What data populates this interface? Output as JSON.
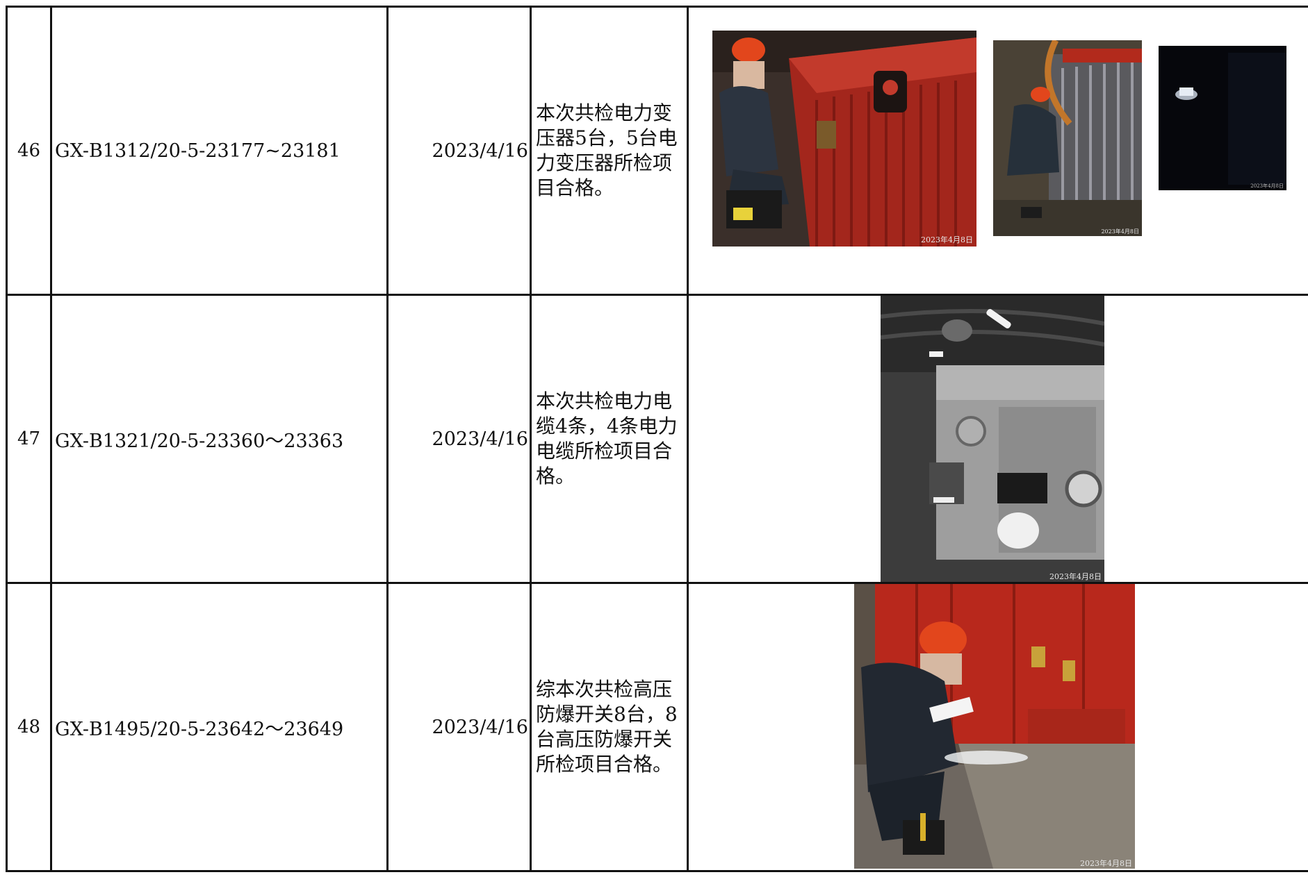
{
  "rows": [
    {
      "no": "46",
      "report_id": "GX-B1312/20-5-23177~23181",
      "date": "2023/4/16",
      "conclusion": "本次共检电力变压器5台，5台电力变压器所检项目合格。",
      "photo_dates": [
        "2023年4月8日",
        "2023年4月8日",
        "2023年4月8日"
      ]
    },
    {
      "no": "47",
      "report_id": "GX-B1321/20-5-23360～23363",
      "date": "2023/4/16",
      "conclusion": "本次共检电力电缆4条，4条电力电缆所检项目合格。",
      "photo_dates": [
        "2023年4月8日"
      ]
    },
    {
      "no": "48",
      "report_id": "GX-B1495/20-5-23642～23649",
      "date": "2023/4/16",
      "conclusion": "综本次共检高压防爆开关8台，8台高压防爆开关所检项目合格。",
      "photo_dates": [
        "2023年4月8日"
      ]
    }
  ],
  "colors": {
    "grid_line": "#111111",
    "equipment_red": "#b8281c",
    "helmet_orange": "#e2461c"
  }
}
